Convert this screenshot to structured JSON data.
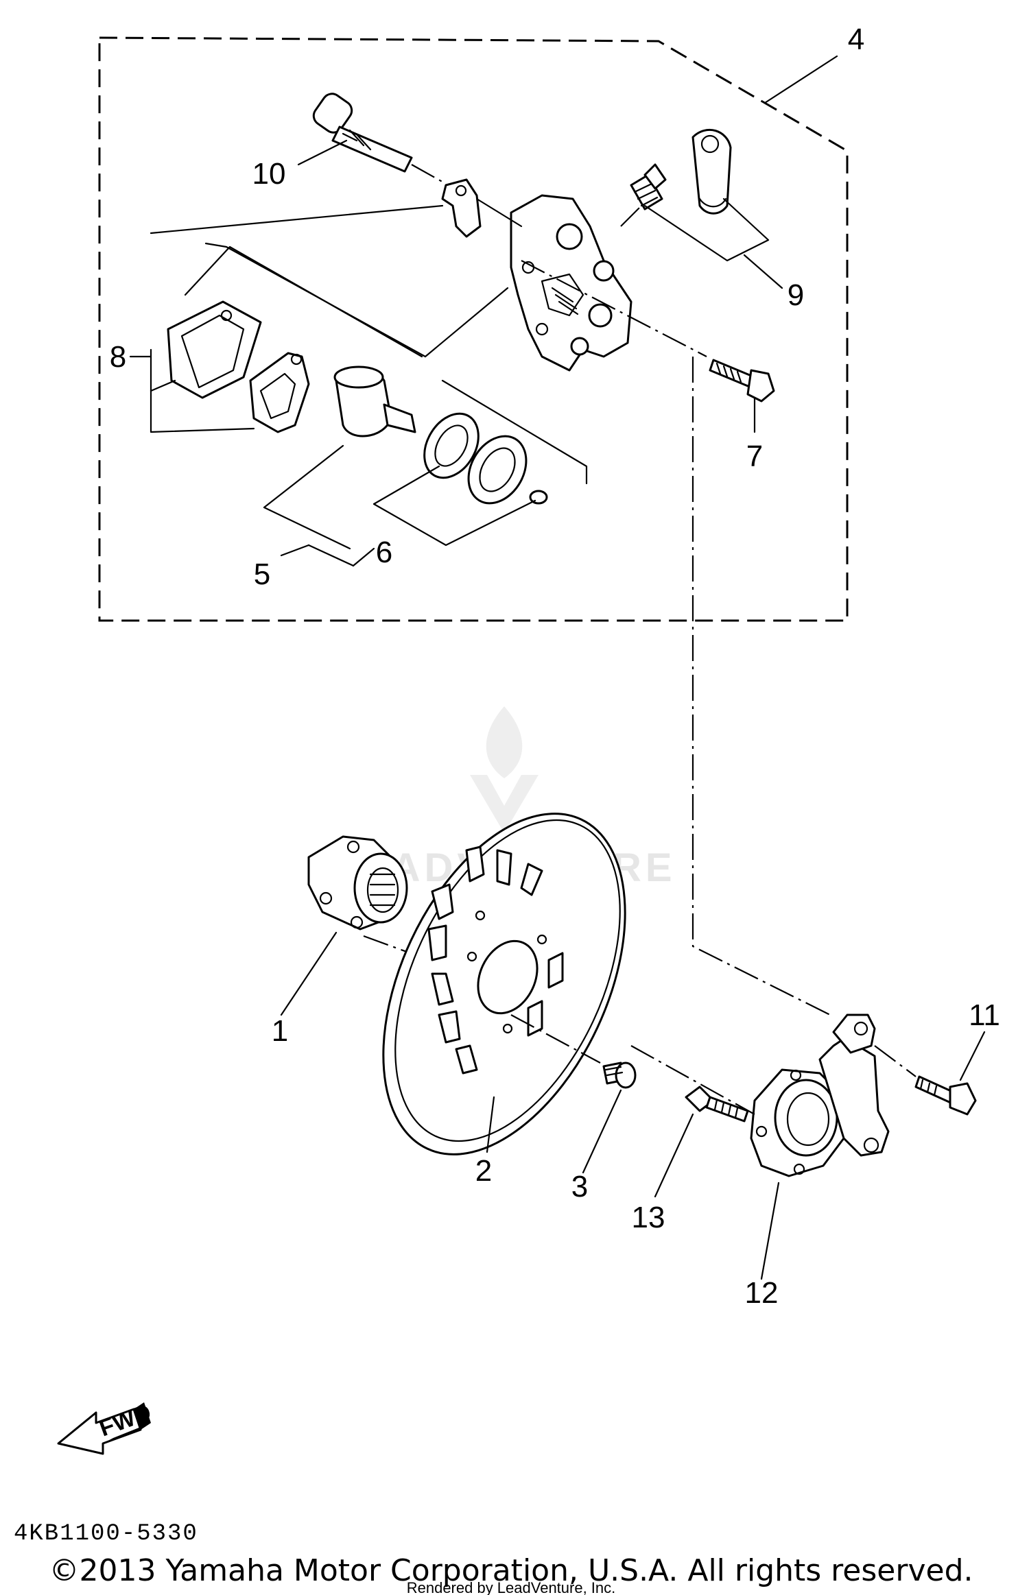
{
  "callouts": {
    "c1": "1",
    "c2": "2",
    "c3": "3",
    "c4": "4",
    "c5": "5",
    "c6": "6",
    "c7": "7",
    "c8": "8",
    "c9": "9",
    "c10": "10",
    "c11": "11",
    "c12": "12",
    "c13": "13"
  },
  "watermark": {
    "text": "LEADVENTURE",
    "icon": "flame-v-logo"
  },
  "fwd_arrow": {
    "label": "FWD",
    "icon": "forward-arrow-icon"
  },
  "diagram_code": "4KB1100-5330",
  "copyright": "©2013 Yamaha Motor Corporation, U.S.A. All rights reserved.",
  "rendered_by": "Rendered by LeadVenture, Inc."
}
